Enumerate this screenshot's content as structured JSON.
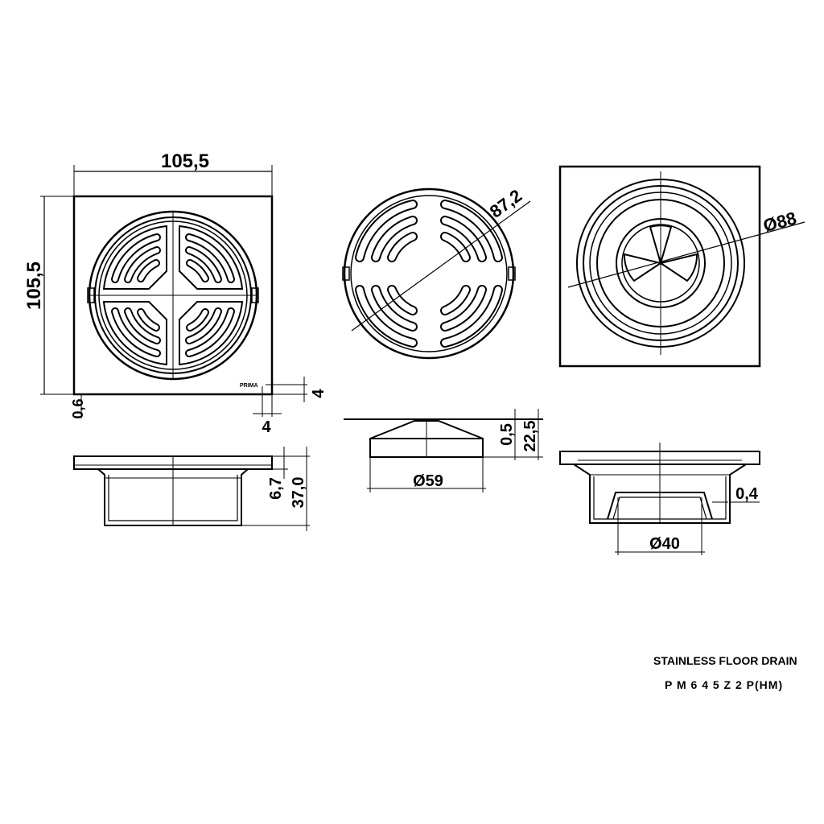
{
  "colors": {
    "line": "#000000",
    "background": "#ffffff"
  },
  "title": "STAINLESS FLOOR DRAIN",
  "model": "P M 6 4 5 Z 2 P(HM)",
  "brand_mark": "PRIMA",
  "views": {
    "top_view": {
      "width_label": "105,5",
      "height_label": "105,5",
      "frame_offset_label": "0,6",
      "corner_height_label": "4",
      "corner_width_label": "4"
    },
    "grate_view": {
      "diameter_label": "87,2"
    },
    "body_view": {
      "diameter_label": "Ø88"
    },
    "frame_side_view": {
      "flange_label": "6,7",
      "total_depth_label": "37,0"
    },
    "grate_side_view": {
      "thickness_label": "0,5",
      "height_label": "22,5",
      "diameter_label": "Ø59"
    },
    "trap_side_view": {
      "wall_label": "0,4",
      "outlet_label": "Ø40"
    }
  }
}
